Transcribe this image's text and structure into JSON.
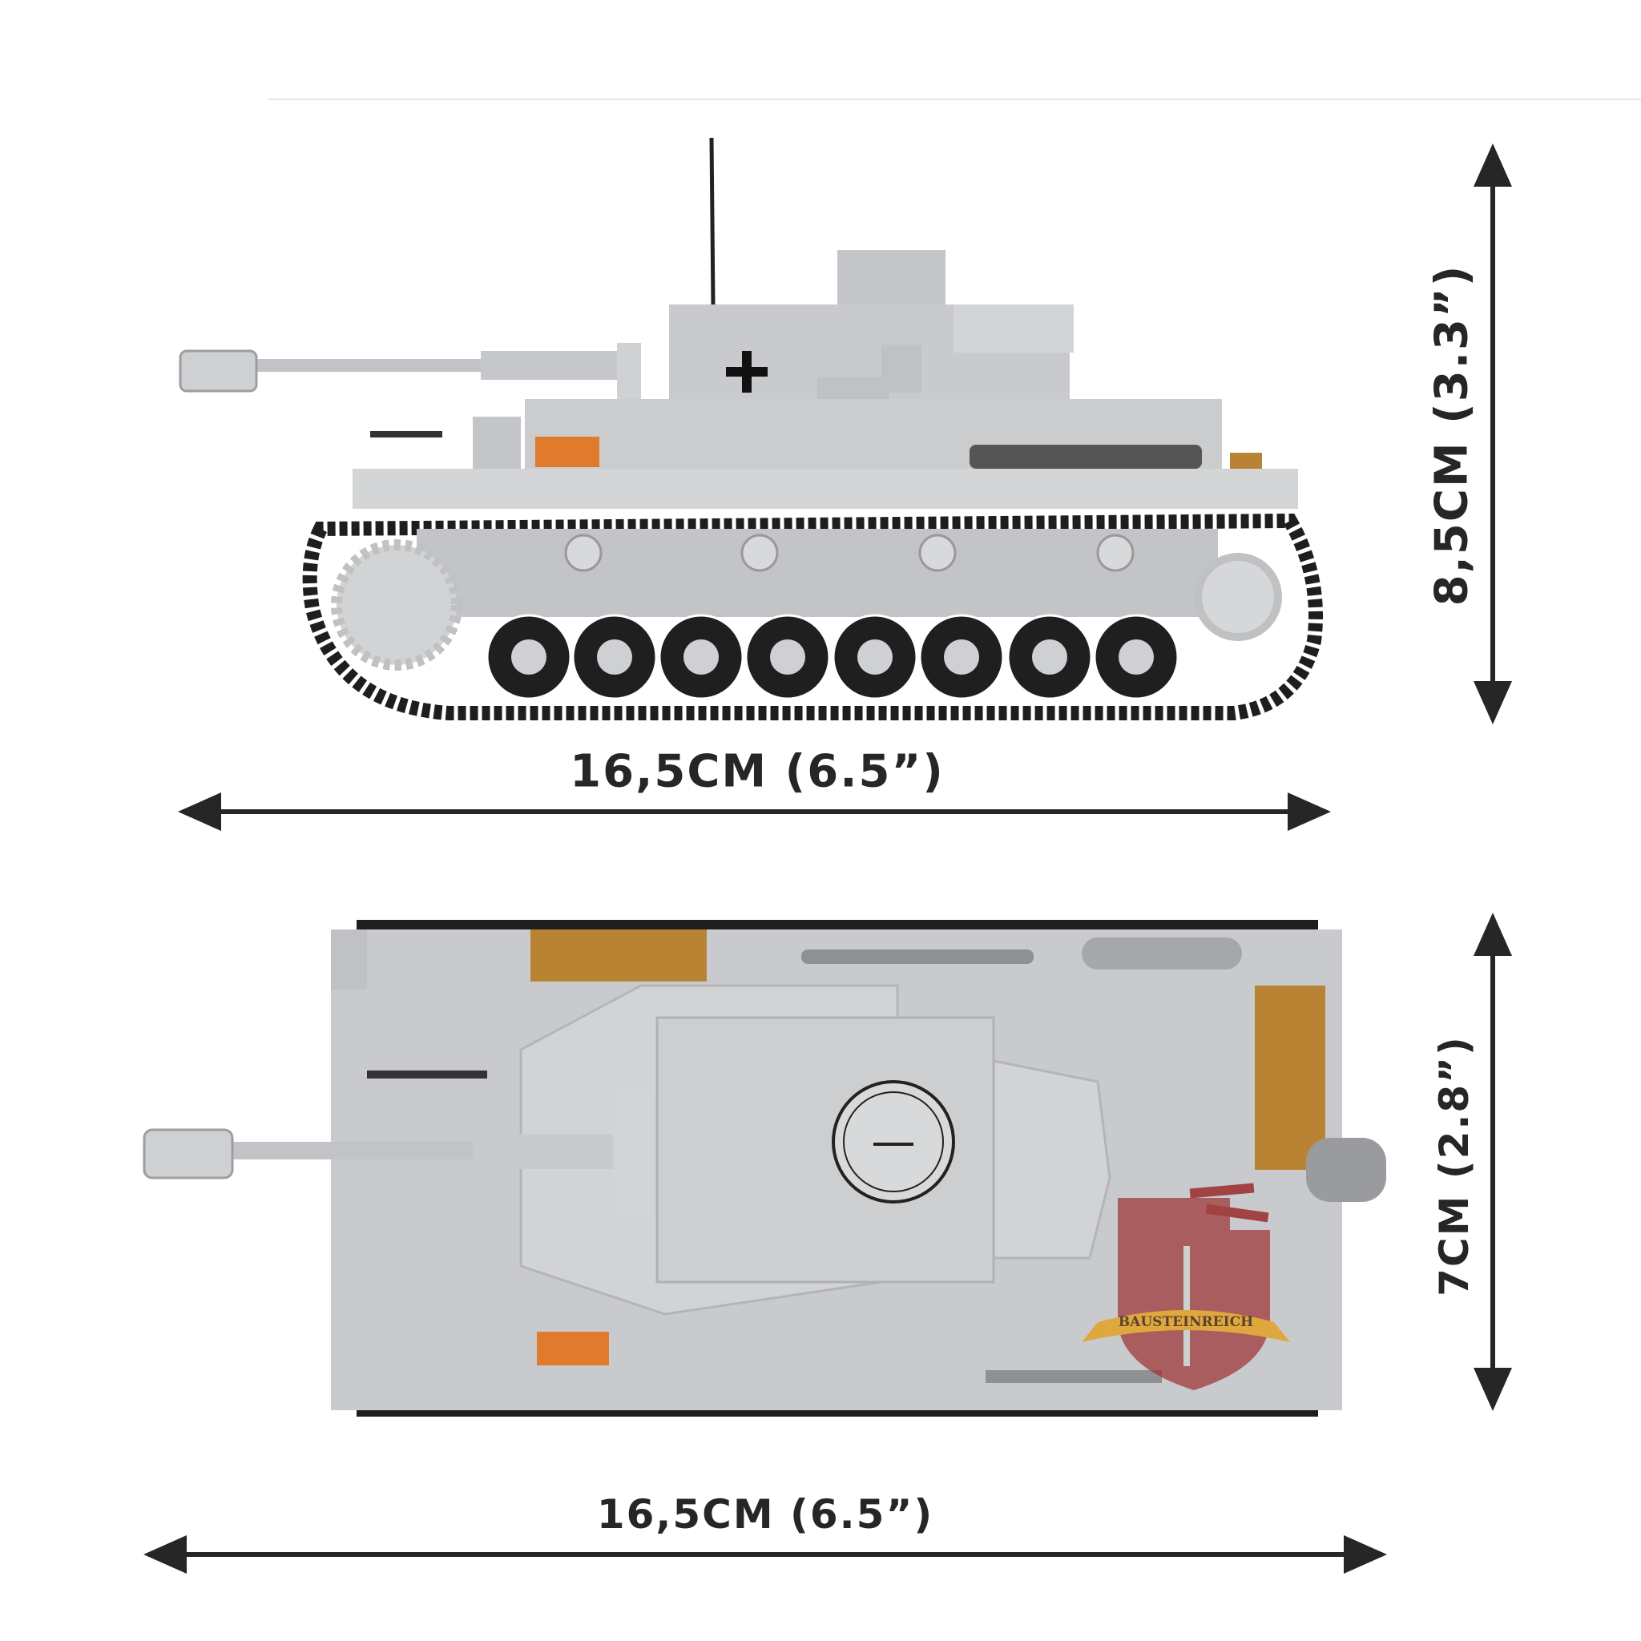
{
  "side_view": {
    "length_label": "16,5CM (6.5”)",
    "height_label": "8,5CM (3.3”)"
  },
  "top_view": {
    "width_label": "7CM (2.8”)",
    "length_label": "16,5CM (6.5”)"
  },
  "watermark": {
    "text": "BAUSTEINREICH"
  },
  "colors": {
    "tank_grey": "#c9cacd",
    "track": "#222222",
    "orange": "#e07a2c",
    "tan": "#b98334",
    "arrow": "#262626"
  }
}
